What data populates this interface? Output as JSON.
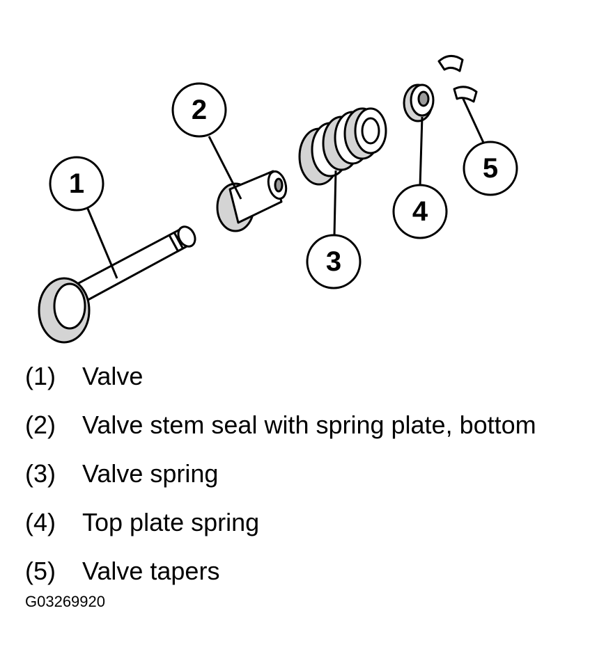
{
  "callouts": [
    {
      "number": "1"
    },
    {
      "number": "2"
    },
    {
      "number": "3"
    },
    {
      "number": "4"
    },
    {
      "number": "5"
    }
  ],
  "legend": [
    {
      "key": "(1)",
      "text": "Valve"
    },
    {
      "key": "(2)",
      "text": "Valve stem seal with spring plate, bottom"
    },
    {
      "key": "(3)",
      "text": "Valve spring"
    },
    {
      "key": "(4)",
      "text": "Top plate spring"
    },
    {
      "key": "(5)",
      "text": "Valve tapers"
    }
  ],
  "figure_id": "G03269920"
}
